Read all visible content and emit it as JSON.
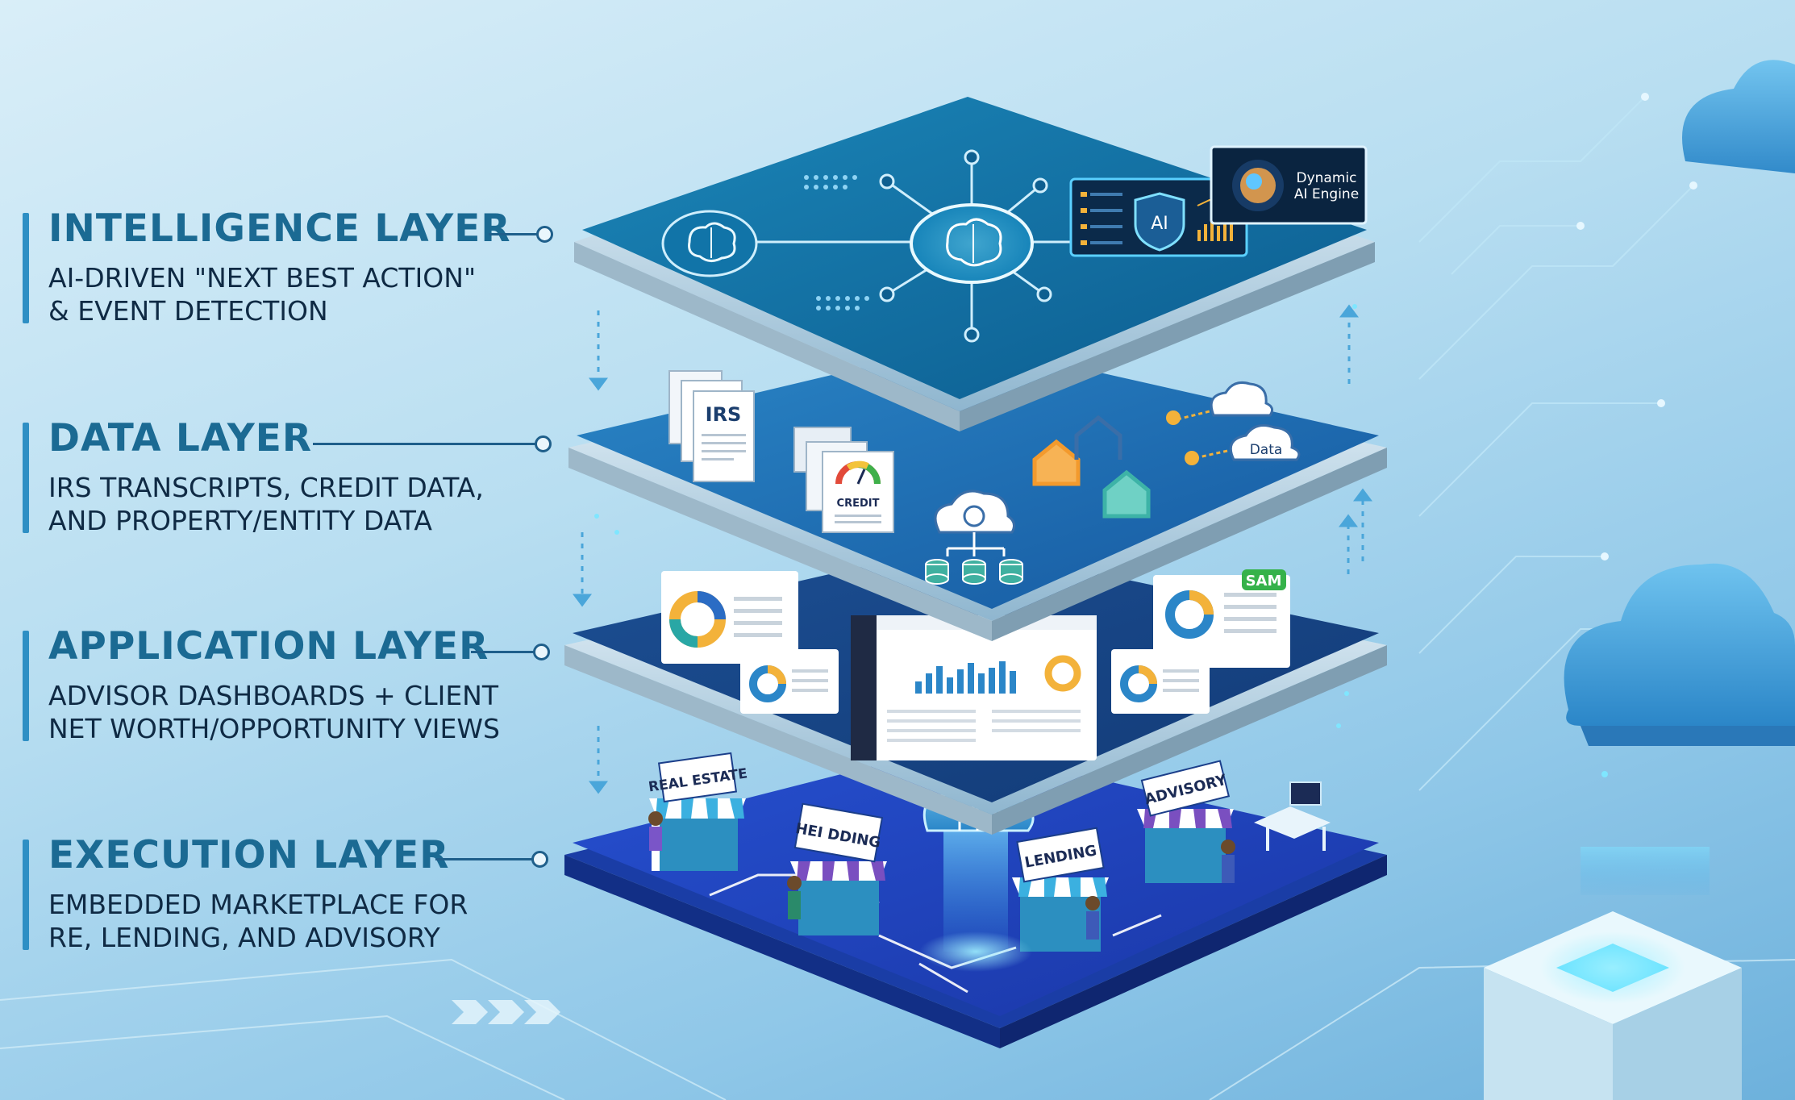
{
  "layers": [
    {
      "title": "INTELLIGENCE LAYER",
      "desc_line1": "AI-DRIVEN \"NEXT BEST ACTION\"",
      "desc_line2": "& EVENT DETECTION"
    },
    {
      "title": "DATA LAYER",
      "desc_line1": "IRS TRANSCRIPTS, CREDIT DATA,",
      "desc_line2": "AND PROPERTY/ENTITY DATA"
    },
    {
      "title": "APPLICATION LAYER",
      "desc_line1": "ADVISOR DASHBOARDS + CLIENT",
      "desc_line2": "NET WORTH/OPPORTUNITY VIEWS"
    },
    {
      "title": "EXECUTION LAYER",
      "desc_line1": "EMBEDDED MARKETPLACE FOR",
      "desc_line2": "RE, LENDING, AND ADVISORY"
    }
  ],
  "intelligence": {
    "ai_badge": "AI",
    "engine_line1": "Dynamic",
    "engine_line2": "AI Engine"
  },
  "data": {
    "irs_label": "IRS",
    "credit_label": "CREDIT",
    "data_label": "Data"
  },
  "application": {
    "sam_badge": "SAM"
  },
  "execution": {
    "stall_real_estate": "REAL ESTATE",
    "stall_holding": "HEI DDING",
    "stall_lending": "LENDING",
    "stall_advisory": "ADVISORY"
  },
  "colors": {
    "title_blue": "#1b6a93",
    "desc_navy": "#0f2a44",
    "accent_bar": "#2e8fc4",
    "sam_green": "#35b24a"
  }
}
